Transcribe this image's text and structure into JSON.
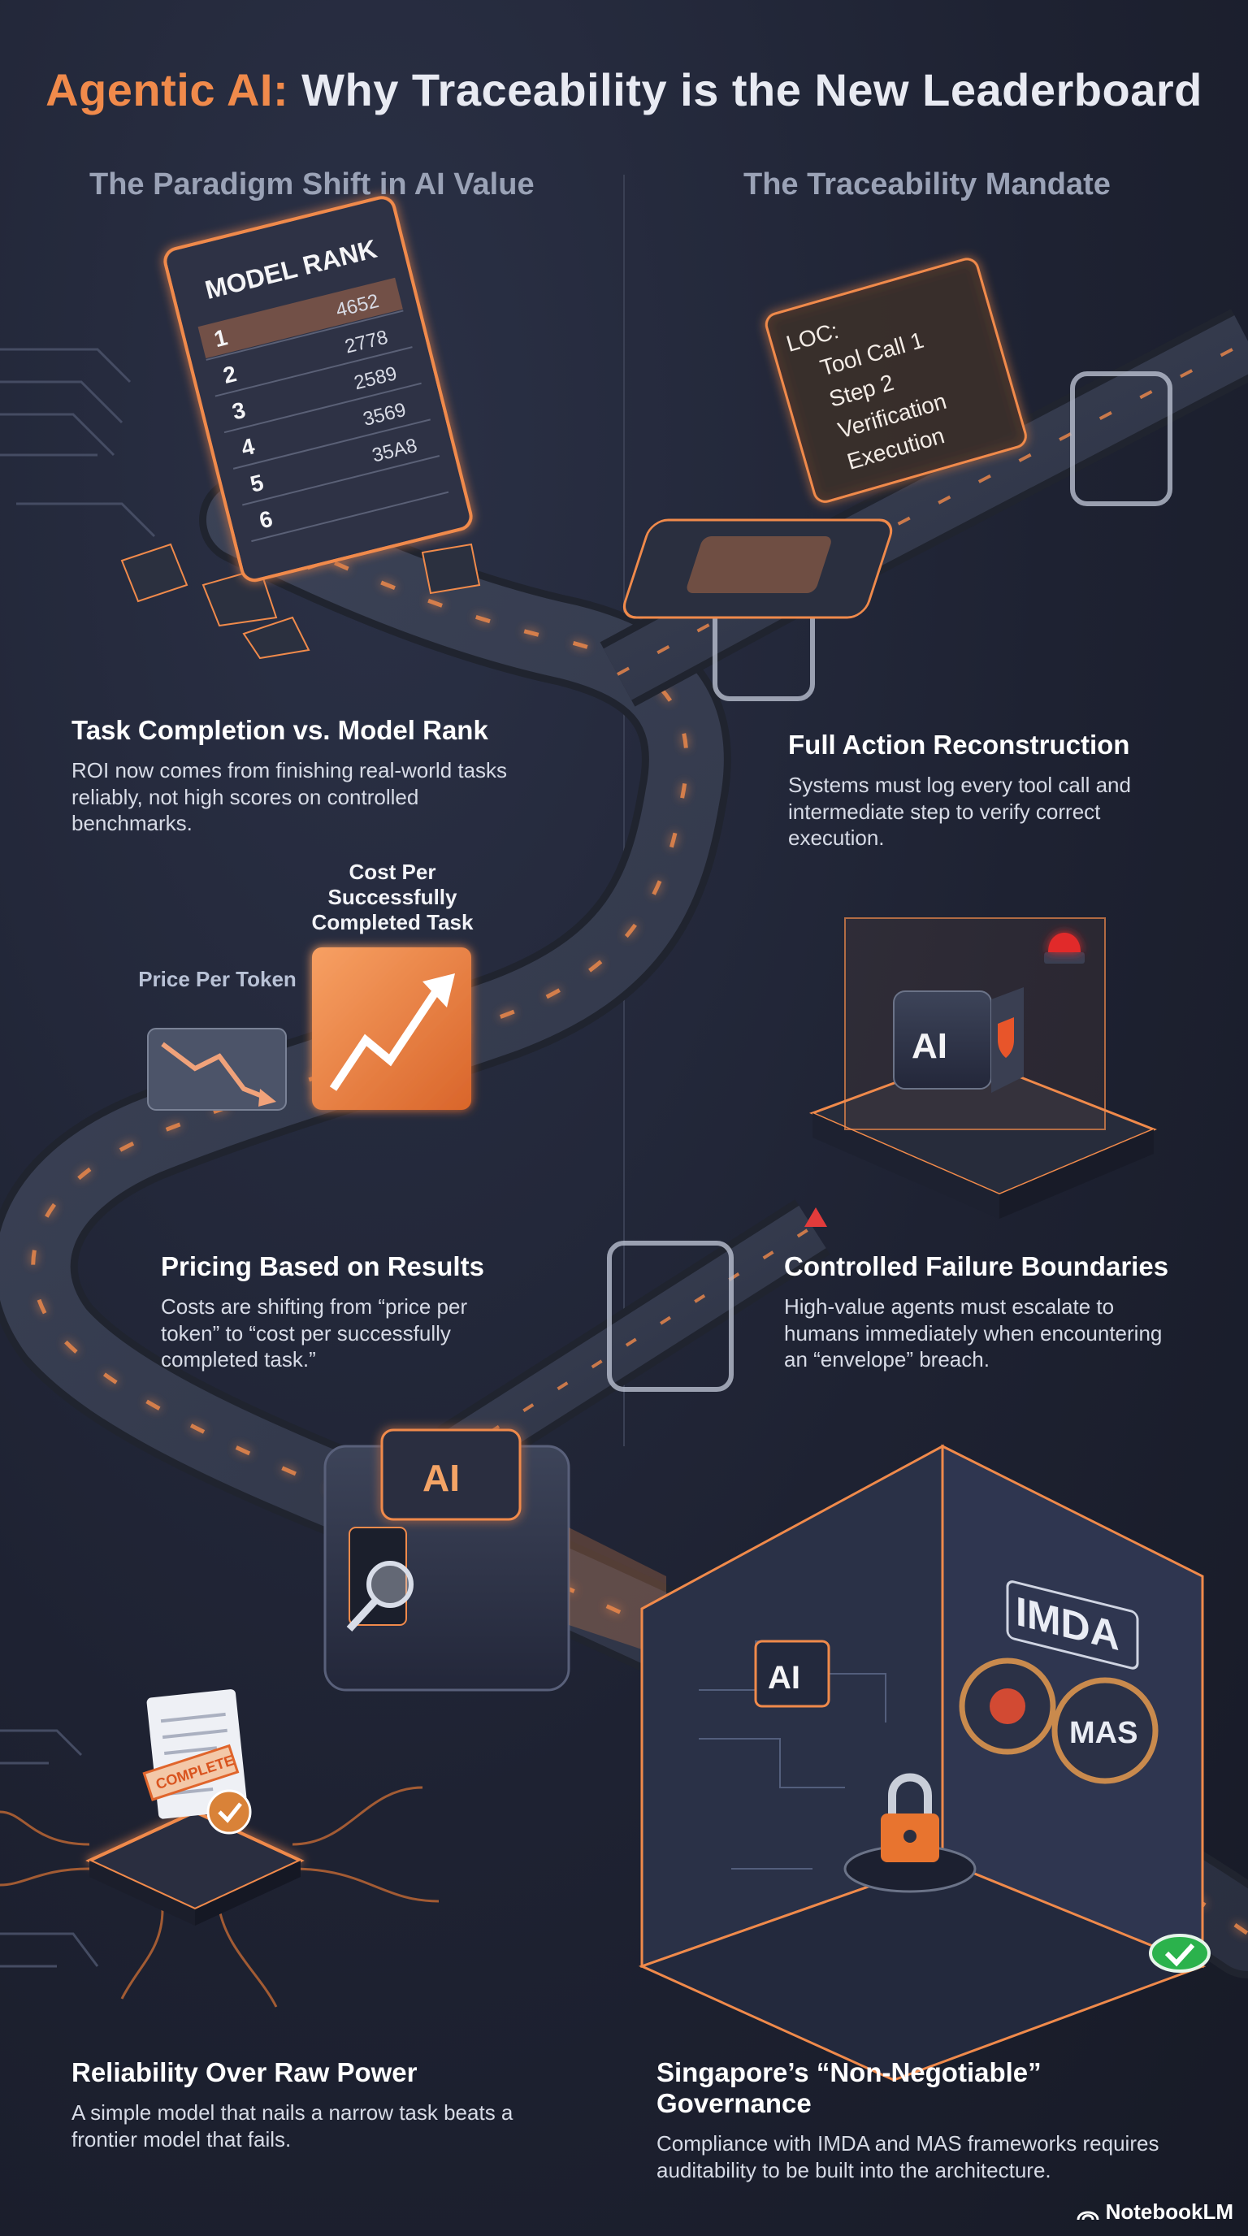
{
  "header": {
    "title_accent": "Agentic AI:",
    "title_rest": "Why Traceability is the New Leaderboard",
    "left_column": "The Paradigm Shift in AI Value",
    "right_column": "The Traceability Mandate"
  },
  "rank_board": {
    "title": "MODEL RANK",
    "rows": [
      {
        "rank": "1",
        "score": "4652"
      },
      {
        "rank": "2",
        "score": "2778"
      },
      {
        "rank": "3",
        "score": "2589"
      },
      {
        "rank": "4",
        "score": "3569"
      },
      {
        "rank": "5",
        "score": "35A8"
      },
      {
        "rank": "6",
        "score": ""
      }
    ]
  },
  "log_panel": {
    "lines": [
      "LOC:",
      "Tool Call 1",
      "Step 2",
      "Verification",
      "Execution"
    ]
  },
  "pricing_visual": {
    "price_label": "Price Per Token",
    "cost_label": "Cost Per Successfully Completed Task"
  },
  "badges": {
    "ai": "AI",
    "imda": "IMDA",
    "mas": "MAS",
    "complete": "COMPLETE"
  },
  "sections": {
    "task_completion": {
      "title": "Task Completion vs. Model Rank",
      "body": "ROI now comes from finishing real-world tasks reliably, not high scores on controlled benchmarks."
    },
    "full_action": {
      "title": "Full Action Reconstruction",
      "body": "Systems must log every tool call and intermediate step to verify correct execution."
    },
    "pricing": {
      "title": "Pricing Based on Results",
      "body": "Costs are shifting from “price per token” to “cost per successfully completed task.”"
    },
    "failure": {
      "title": "Controlled Failure Boundaries",
      "body": "High-value agents must escalate to humans immediately when encountering an “envelope” breach."
    },
    "reliability": {
      "title": "Reliability Over Raw Power",
      "body": "A simple model that nails a narrow task beats a frontier model that fails."
    },
    "singapore": {
      "title": "Singapore’s “Non-Negotiable” Governance",
      "body": "Compliance with IMDA and MAS frameworks requires auditability to be built into the architecture."
    }
  },
  "footer": {
    "brand": "NotebookLM"
  },
  "colors": {
    "accent": "#f08a4b",
    "background": "#1f2433",
    "text": "#ffffff"
  }
}
